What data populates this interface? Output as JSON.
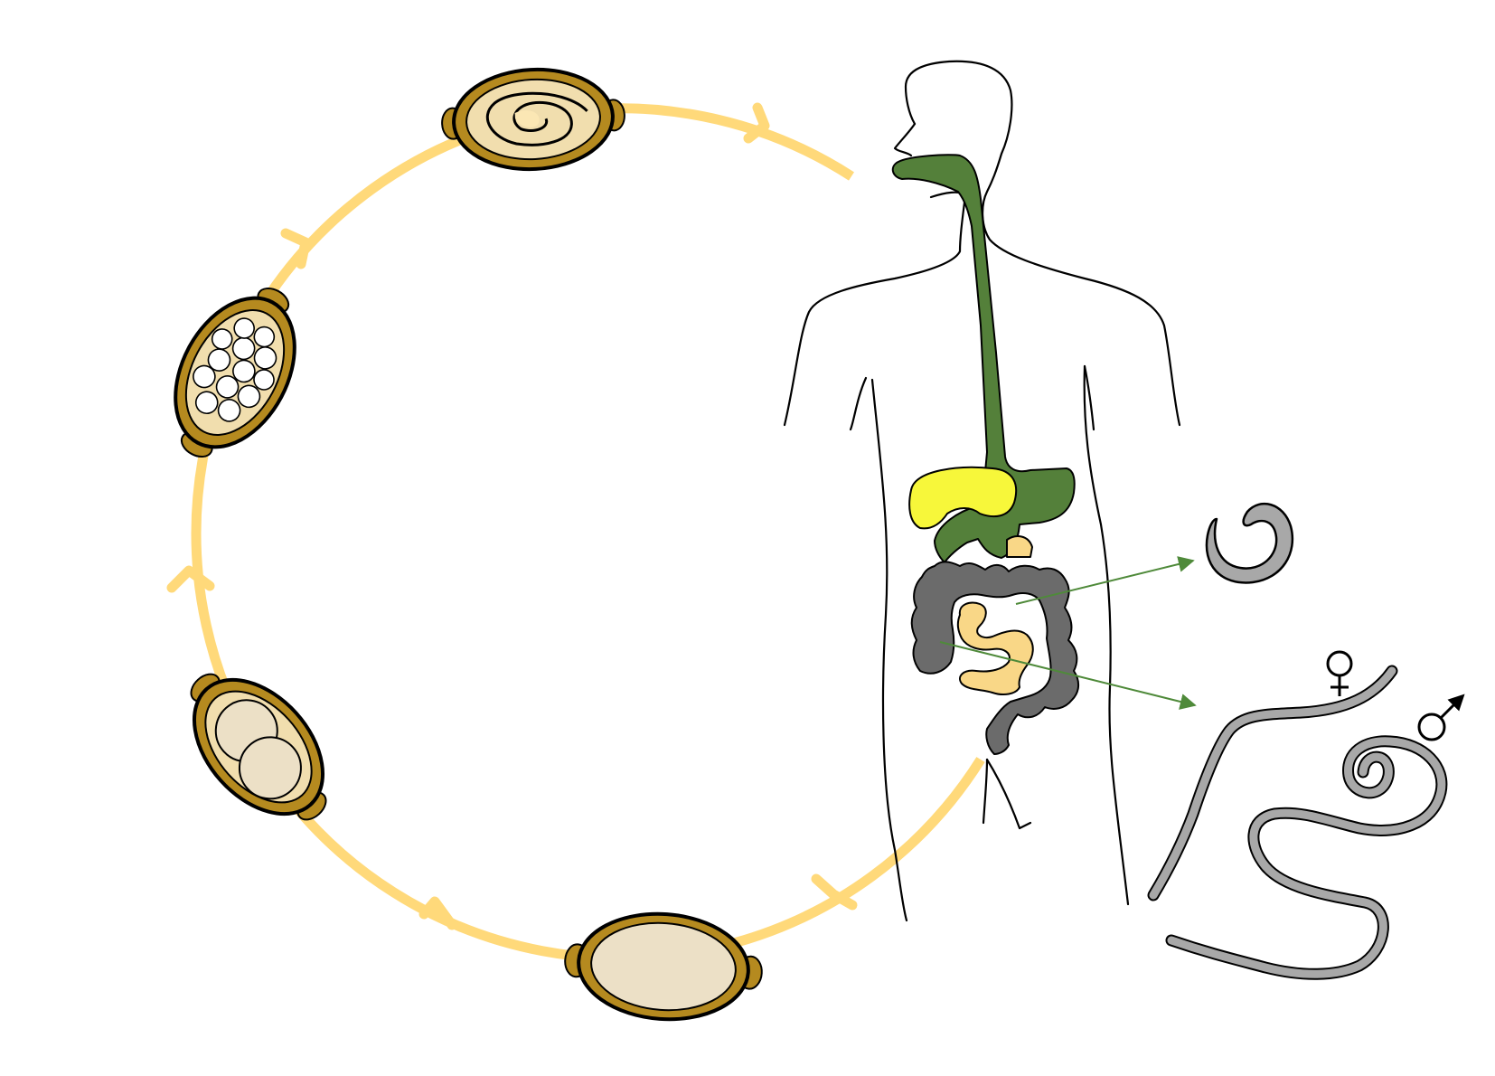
{
  "diagram": {
    "kind": "parasite-life-cycle",
    "colors": {
      "cycle": "#ffd97a",
      "digestive_tract": "#54803a",
      "liver": "#f7f73a",
      "large_intestine": "#6b6b6b",
      "small_intestine": "#f9d787",
      "worm": "#a8a8a8",
      "egg_shell": "#b58a1f",
      "egg_fill": "#f1deae",
      "pointer_arrow": "#4f8a3a"
    },
    "stages": [
      {
        "id": "egg-unembryonated",
        "icon": "egg-icon"
      },
      {
        "id": "egg-two-cell",
        "icon": "egg-icon"
      },
      {
        "id": "egg-multi-cell",
        "icon": "egg-icon"
      },
      {
        "id": "egg-embryonated-larva",
        "icon": "egg-icon"
      }
    ],
    "adults": {
      "female_symbol": "♀",
      "male_symbol": "♂"
    }
  }
}
